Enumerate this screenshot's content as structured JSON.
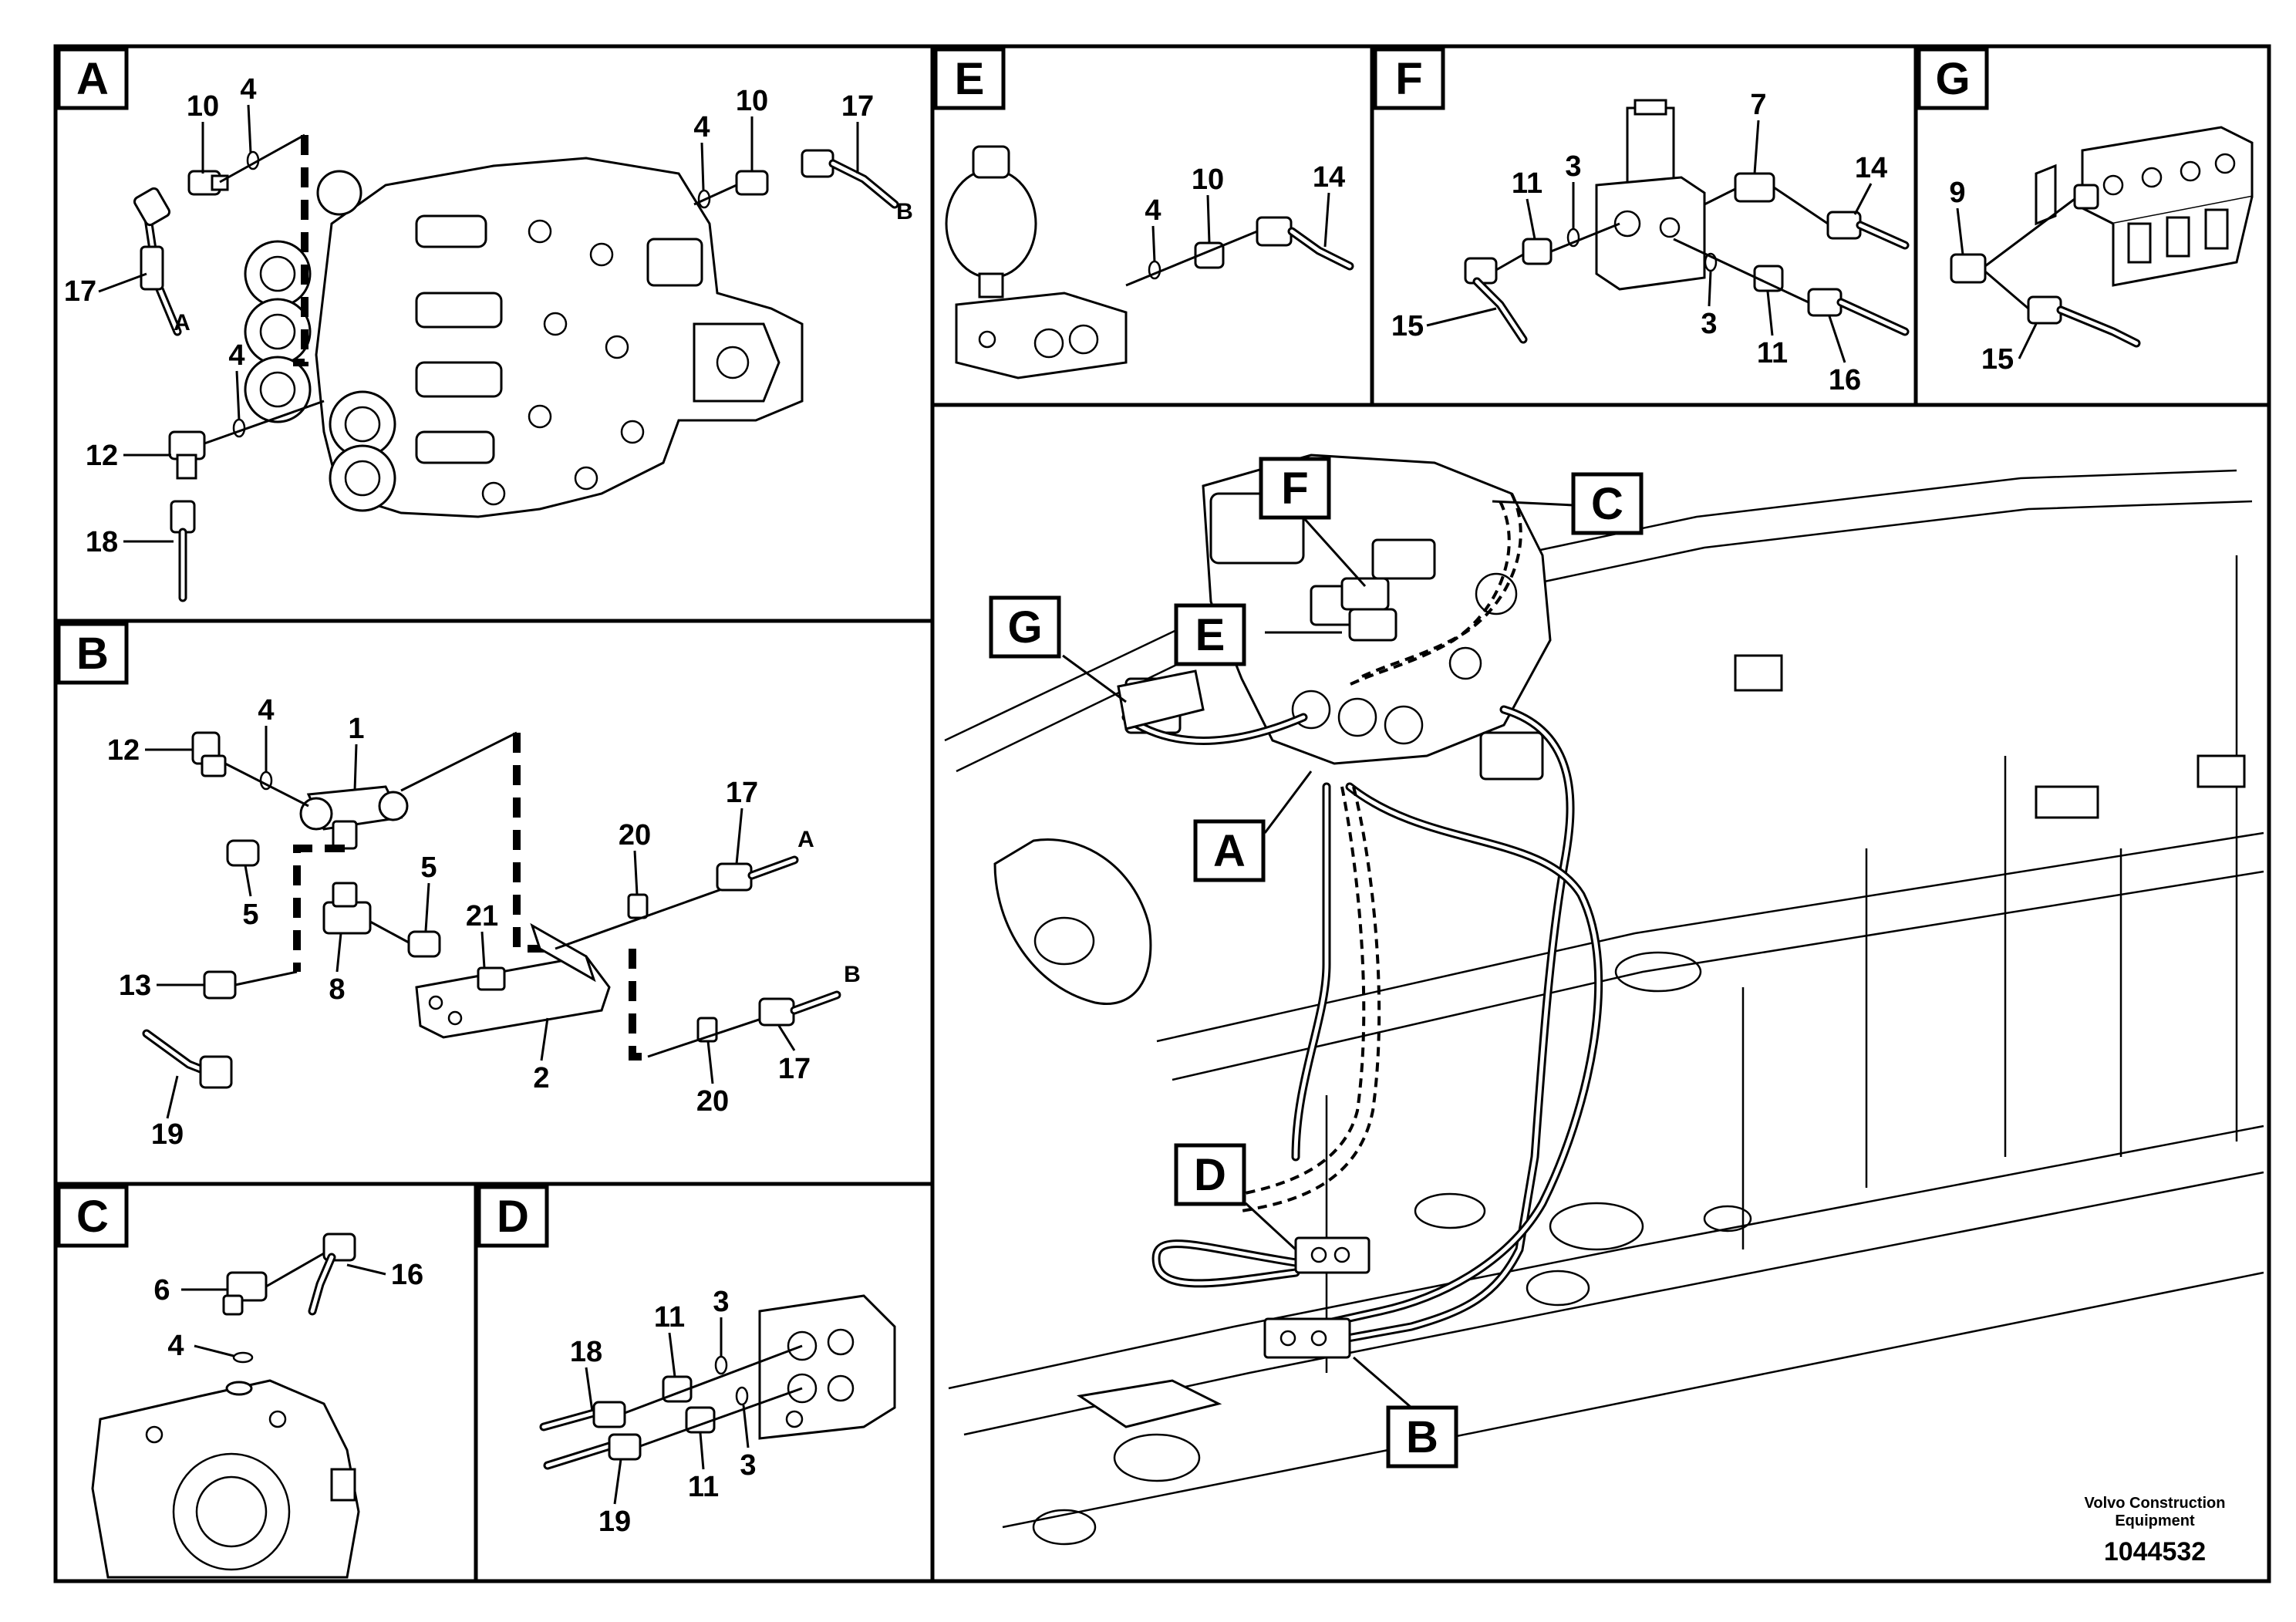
{
  "footer": {
    "company_line1": "Volvo Construction",
    "company_line2": "Equipment",
    "drawing_number": "1044532"
  },
  "tags": {
    "A": "A",
    "B": "B",
    "C": "C",
    "D": "D",
    "E": "E",
    "F": "F",
    "G": "G"
  },
  "panel_a": {
    "callouts": [
      "10",
      "4",
      "4",
      "10",
      "17",
      "17",
      "4",
      "12",
      "18"
    ],
    "ends": [
      "A",
      "B"
    ]
  },
  "panel_b": {
    "callouts": [
      "4",
      "1",
      "12",
      "5",
      "5",
      "13",
      "8",
      "21",
      "20",
      "17",
      "2",
      "20",
      "17",
      "19"
    ],
    "ends": [
      "A",
      "B"
    ]
  },
  "panel_c": {
    "callouts": [
      "6",
      "16",
      "4"
    ]
  },
  "panel_d": {
    "callouts": [
      "11",
      "3",
      "18",
      "19",
      "11",
      "3"
    ]
  },
  "panel_e": {
    "callouts": [
      "4",
      "10",
      "14"
    ]
  },
  "panel_f": {
    "callouts": [
      "7",
      "11",
      "3",
      "14",
      "15",
      "3",
      "11",
      "16"
    ]
  },
  "panel_g": {
    "callouts": [
      "9",
      "15"
    ]
  }
}
